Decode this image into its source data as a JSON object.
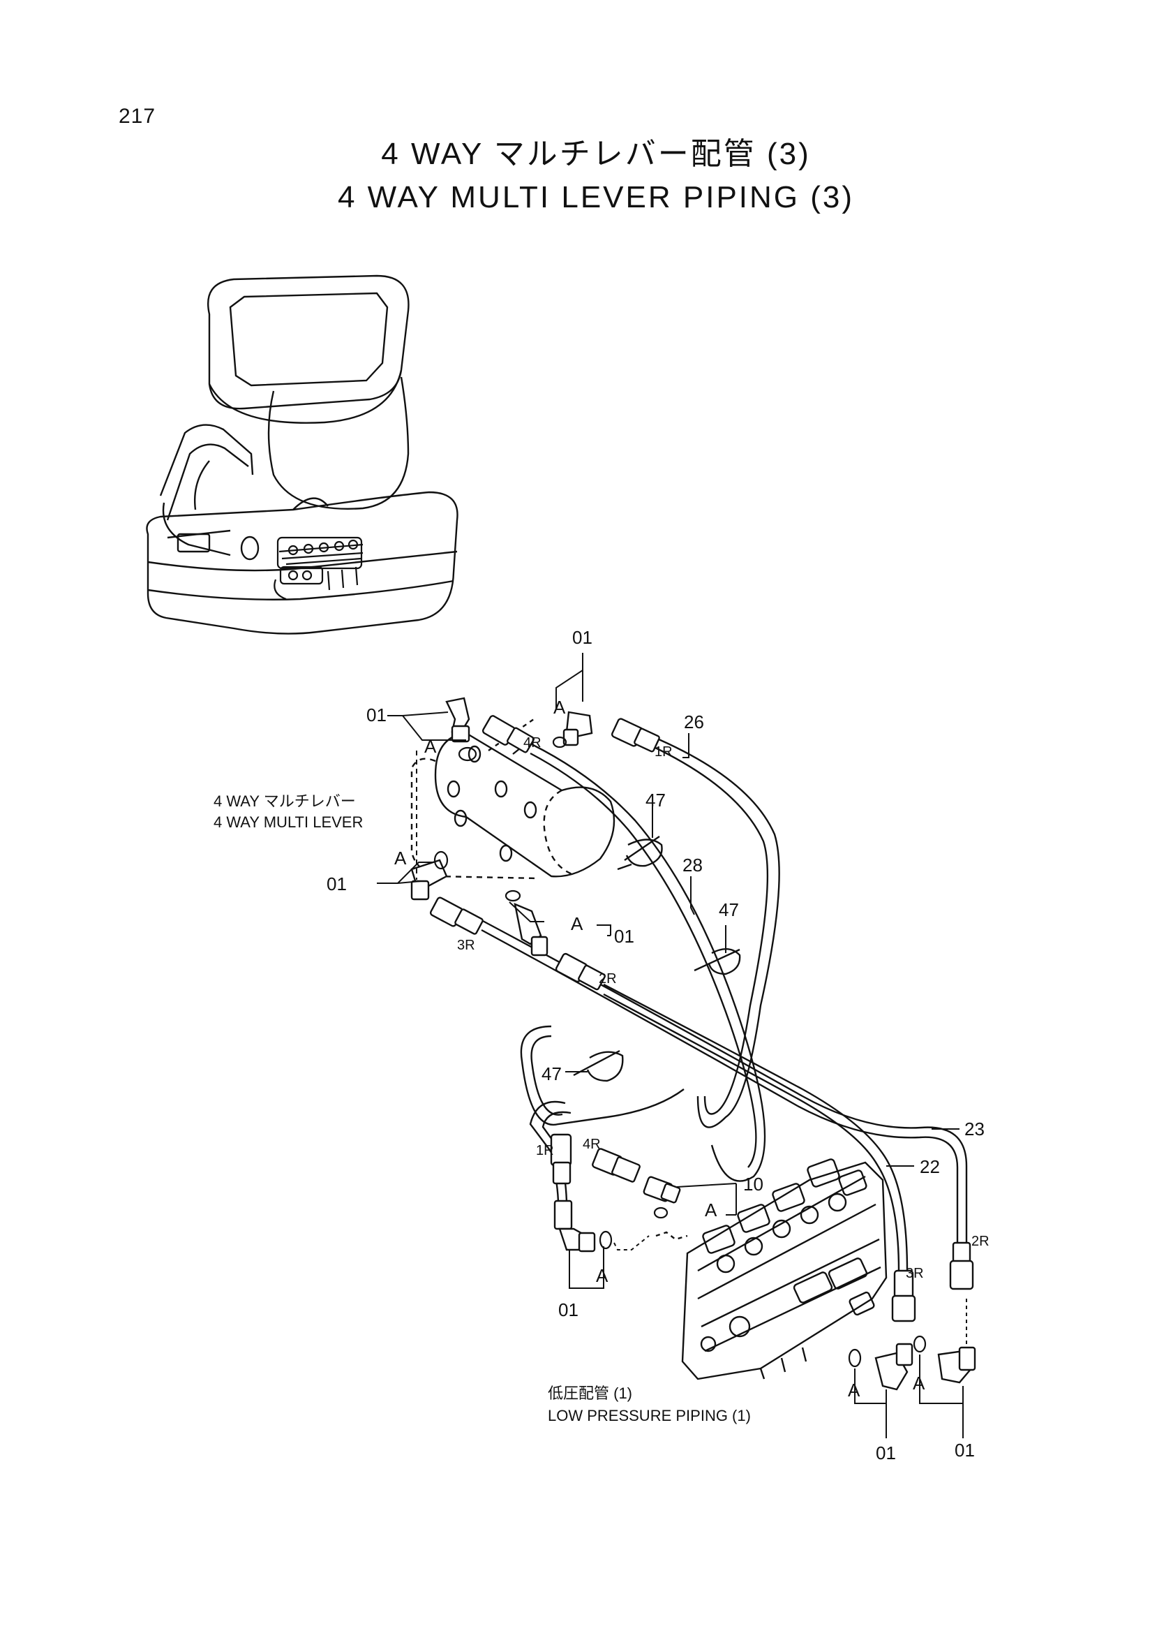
{
  "page_number": "217",
  "title": {
    "jp": "4 WAY マルチレバー配管 (3)",
    "en": "4 WAY MULTI LEVER PIPING (3)"
  },
  "component_labels": {
    "multi_lever_jp": "4 WAY マルチレバー",
    "multi_lever_en": "4 WAY MULTI LEVER",
    "low_pressure_jp": "低圧配管 (1)",
    "low_pressure_en": "LOW PRESSURE PIPING (1)"
  },
  "part_numbers": {
    "elbow": "01",
    "hose_23": "23",
    "hose_22": "22",
    "hose_26": "26",
    "hose_28": "28",
    "clamp": "47",
    "adapter": "10"
  },
  "detail_marker": "A",
  "port_labels": {
    "p1r": "1R",
    "p2r": "2R",
    "p3r": "3R",
    "p4r": "4R"
  }
}
